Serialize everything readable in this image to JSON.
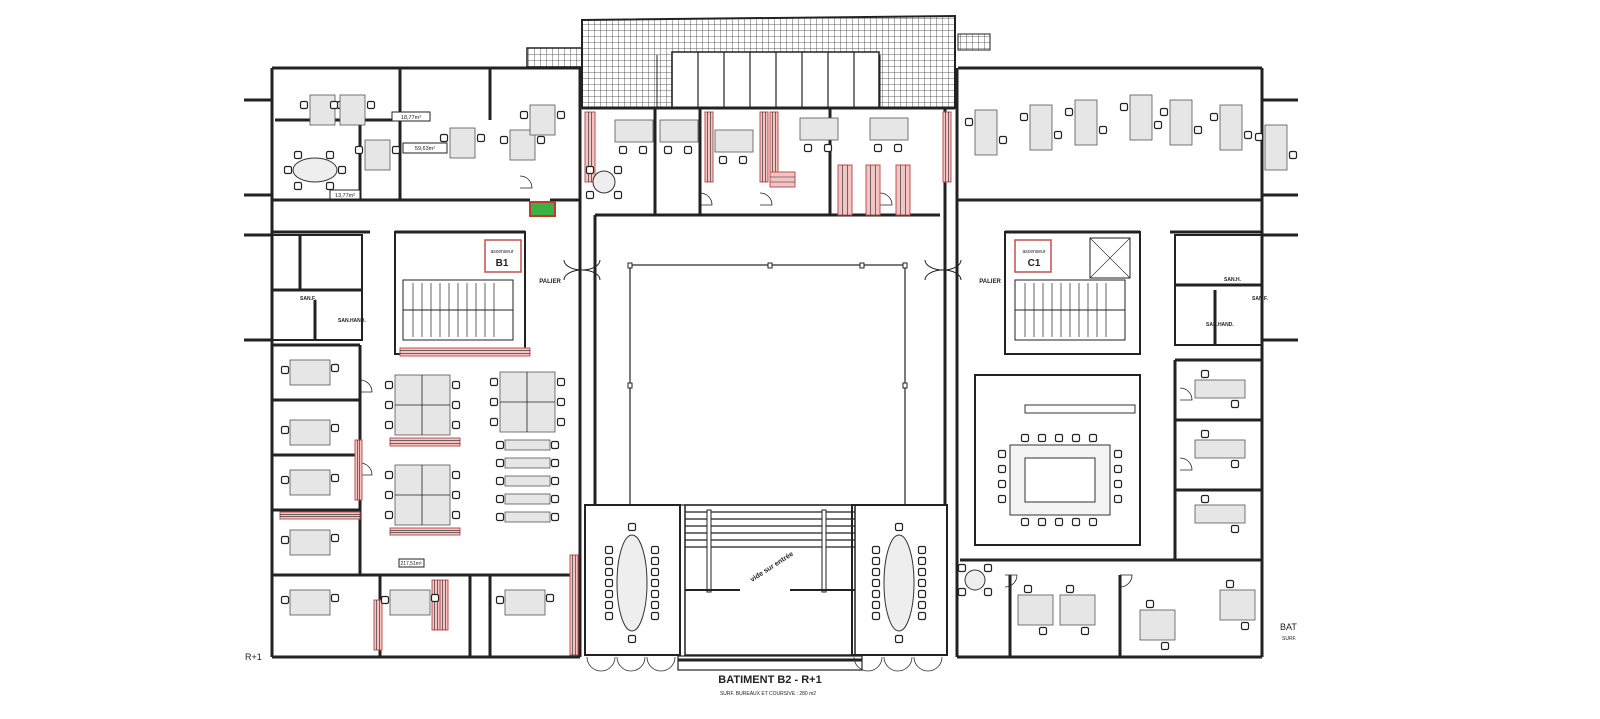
{
  "plan": {
    "title": "BATIMENT B2 - R+1",
    "subtitle": "SURF. BUREAUX ET COURSIVE : 280 m2",
    "left_caption": "R+1",
    "right_caption": "BAT",
    "right_caption_sub": "SURF."
  },
  "rooms": {
    "area_1": "18,77m²",
    "area_2": "59,63m²",
    "area_3": "13,77m²",
    "area_open": "217,51m²",
    "stair_b1": "B1",
    "stair_c1": "C1",
    "lift_label_b1": "ascenseur",
    "lift_label_c1": "ascenseur",
    "landing_left": "PALIER",
    "landing_right": "PALIER",
    "wc_f_left": "SAN.F.",
    "wc_hand_left": "SAN.HAND.",
    "wc_h_right": "SAN.H.",
    "wc_f_right": "SAN.F.",
    "wc_hand_right": "SAN.HAND.",
    "void": "vide sur entrée"
  },
  "colors": {
    "wall": "#222222",
    "furniture_red": "#c0504d",
    "furniture_red_fill": "#f2c4c4",
    "fire_green": "#3cb043",
    "desk_grey": "#e6e6e6"
  }
}
